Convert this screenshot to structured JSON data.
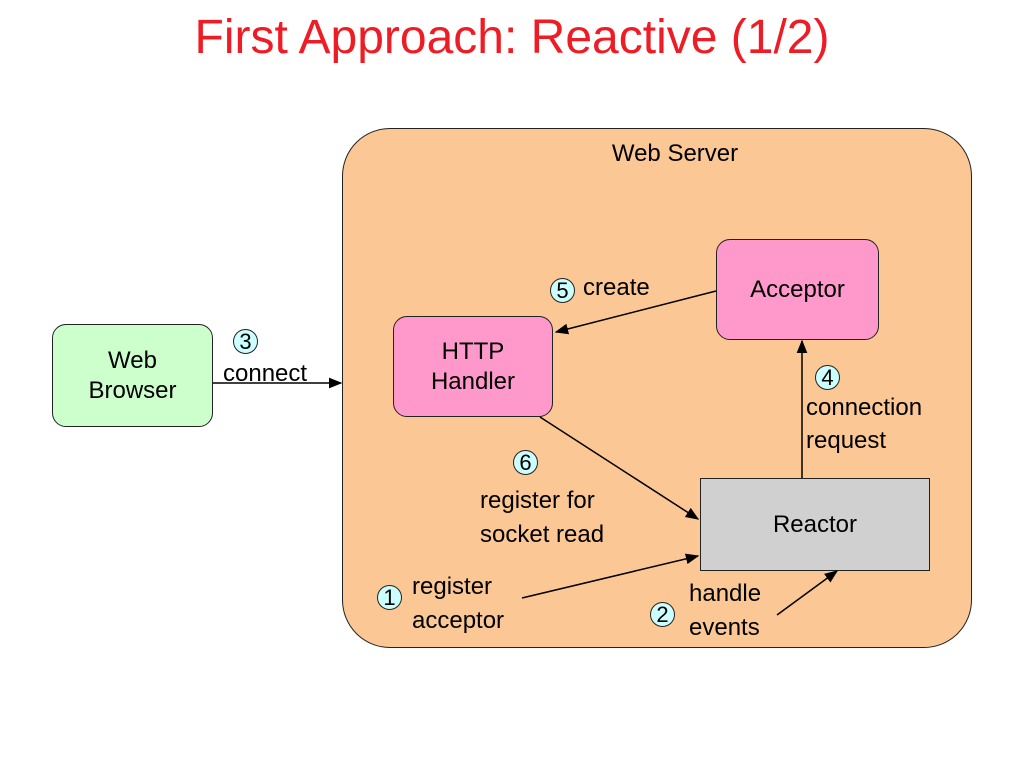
{
  "title": "First Approach: Reactive (1/2)",
  "server": {
    "label": "Web Server"
  },
  "nodes": {
    "browser": {
      "line1": "Web",
      "line2": "Browser"
    },
    "handler": {
      "line1": "HTTP",
      "line2": "Handler"
    },
    "acceptor": {
      "label": "Acceptor"
    },
    "reactor": {
      "label": "Reactor"
    }
  },
  "steps": [
    {
      "num": "1",
      "line1": "register",
      "line2": "acceptor"
    },
    {
      "num": "2",
      "line1": "handle",
      "line2": "events"
    },
    {
      "num": "3",
      "line1": "connect"
    },
    {
      "num": "4",
      "line1": "connection",
      "line2": "request"
    },
    {
      "num": "5",
      "line1": "create"
    },
    {
      "num": "6",
      "line1": "register for",
      "line2": "socket read"
    }
  ]
}
